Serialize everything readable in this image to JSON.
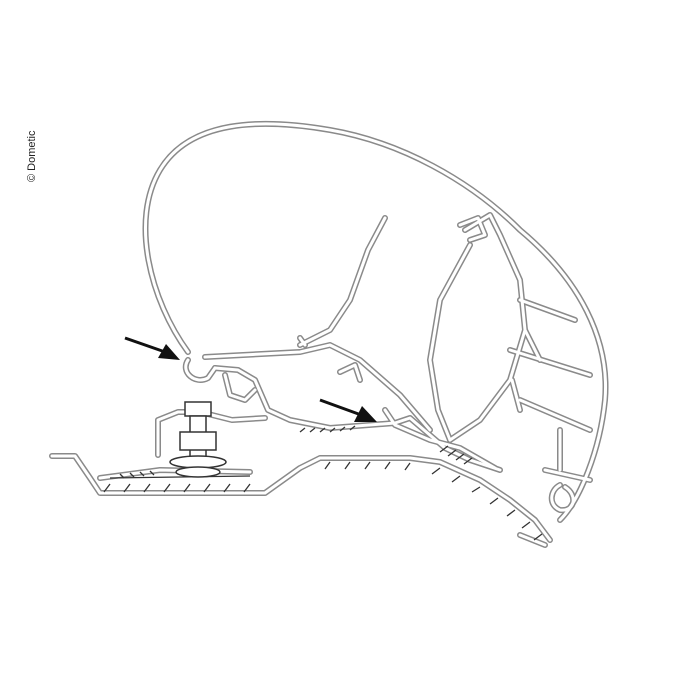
{
  "copyright": "© Dometic",
  "colors": {
    "outline": "#8a8a8a",
    "arrow": "#111111",
    "hatch": "#333333"
  },
  "arrows": [
    "arrow-to-cassette-hook",
    "arrow-to-adapter-clip"
  ]
}
